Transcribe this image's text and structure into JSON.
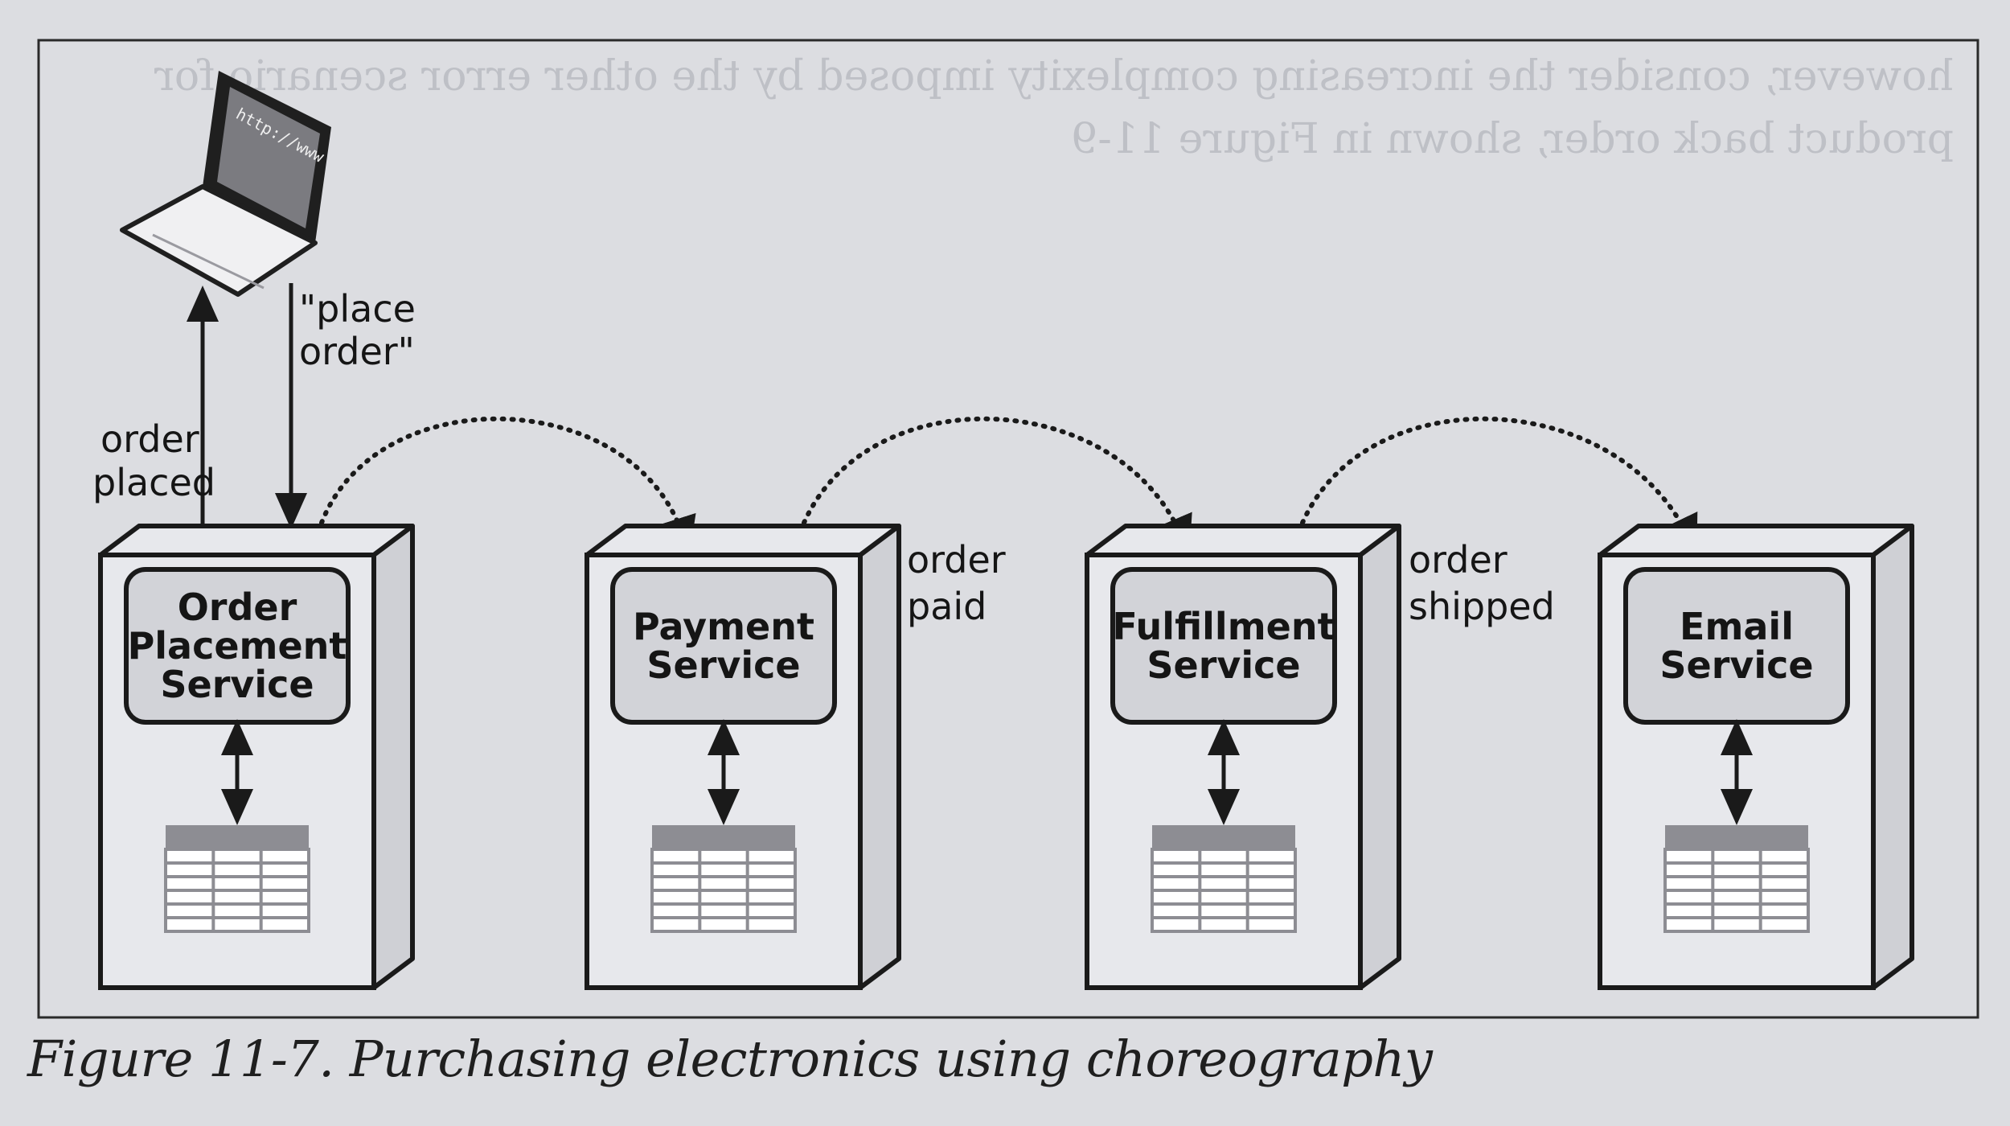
{
  "bleed_through": {
    "line1": "however, consider the increasing complexity imposed by the other error scenario for",
    "line2": "product back order, shown in Figure 11-9"
  },
  "laptop": {
    "screen_text": "http://www"
  },
  "arrows": {
    "place_order": [
      "\"place",
      "order\""
    ],
    "order_placed": [
      "order",
      "placed"
    ]
  },
  "services": [
    {
      "name_lines": [
        "Order",
        "Placement",
        "Service"
      ]
    },
    {
      "name_lines": [
        "Payment",
        "Service"
      ]
    },
    {
      "name_lines": [
        "Fulfillment",
        "Service"
      ]
    },
    {
      "name_lines": [
        "Email",
        "Service"
      ]
    }
  ],
  "events": [
    {
      "lines": [
        "order",
        "paid"
      ]
    },
    {
      "lines": [
        "order",
        "shipped"
      ]
    }
  ],
  "caption": "Figure 11-7. Purchasing electronics using choreography",
  "colors": {
    "page": "#dcdde1",
    "ink": "#1a1a1a",
    "box_front": "#e7e8ec",
    "box_side": "#cfd0d5",
    "service_panel": "#d2d3d8",
    "table_header": "#8d8d93",
    "table_body": "#ffffff"
  }
}
